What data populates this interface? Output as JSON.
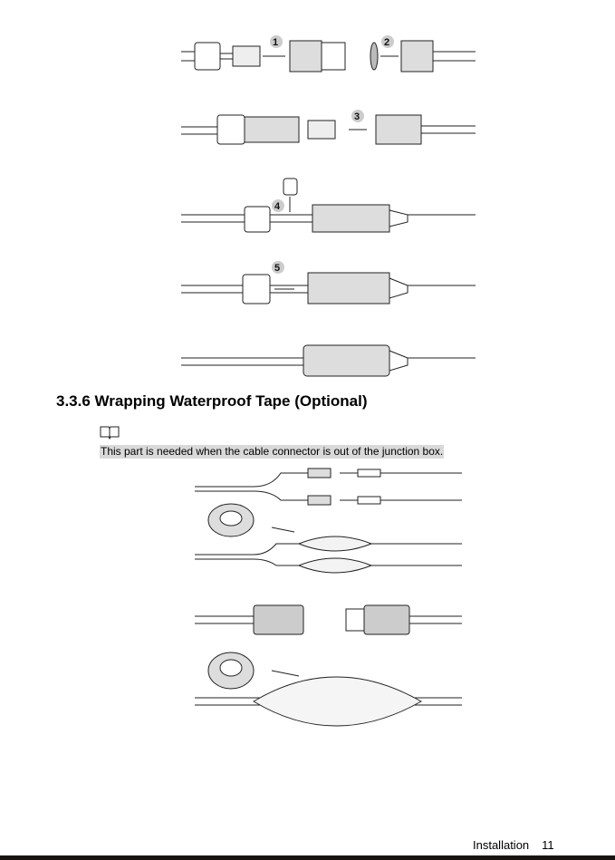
{
  "steps": [
    "1",
    "2",
    "3",
    "4",
    "5"
  ],
  "section": {
    "heading": "3.3.6 Wrapping Waterproof Tape (Optional)",
    "note_icon": "book-icon",
    "note_text": "This part is needed when the cable connector is out of the junction box."
  },
  "footer": {
    "chapter": "Installation",
    "page": "11"
  }
}
